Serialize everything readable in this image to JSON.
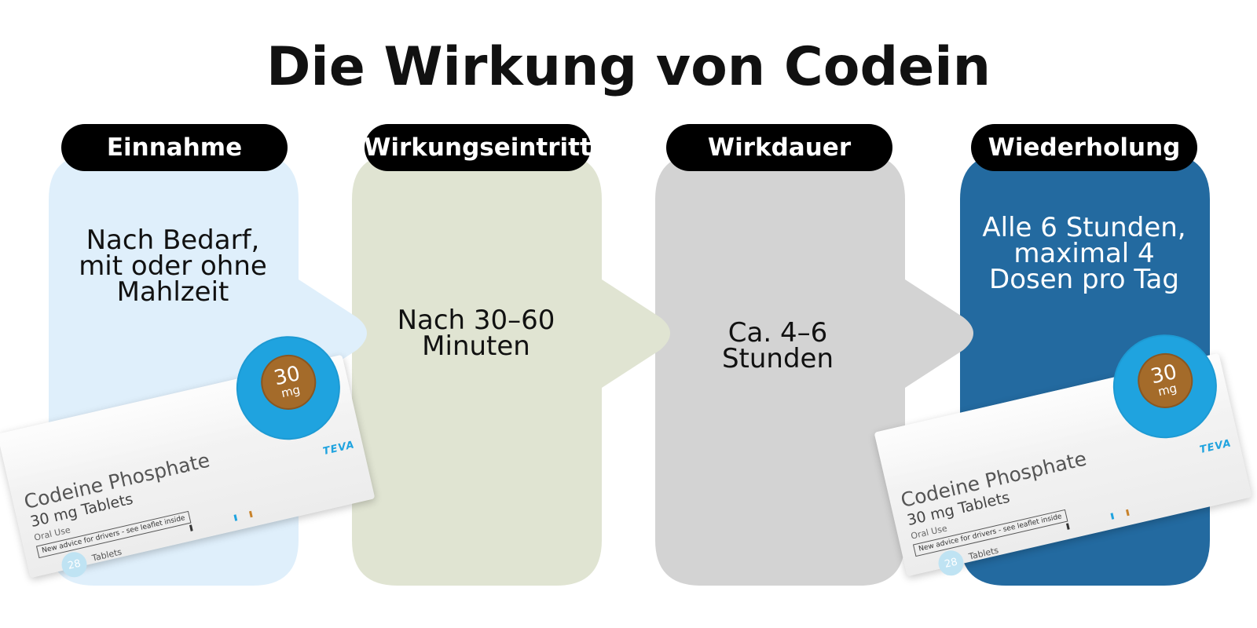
{
  "title": "Die Wirkung von Codein",
  "colors": {
    "stage1_bg": "#dfeffb",
    "stage2_bg": "#e0e4d2",
    "stage3_bg": "#d3d3d3",
    "stage4_bg": "#236aa0",
    "pill_bg": "#000000",
    "pill_text": "#ffffff"
  },
  "stages": [
    {
      "label": "Einnahme",
      "text": "Nach Bedarf,\nmit oder ohne\nMahlzeit"
    },
    {
      "label": "Wirkungseintritt",
      "text": "Nach 30–60\nMinuten"
    },
    {
      "label": "Wirkdauer",
      "text": "Ca. 4–6\nStunden"
    },
    {
      "label": "Wiederholung",
      "text": "Alle 6 Stunden,\nmaximal 4\nDosen pro Tag"
    }
  ],
  "package": {
    "dose_number": "30",
    "dose_unit": "mg",
    "name": "Codeine Phosphate",
    "strength": "30 mg Tablets",
    "route": "Oral Use",
    "advice": "New advice for drivers - see leaflet inside",
    "count": "28",
    "count_label": "Tablets",
    "brand": "TEVA"
  }
}
